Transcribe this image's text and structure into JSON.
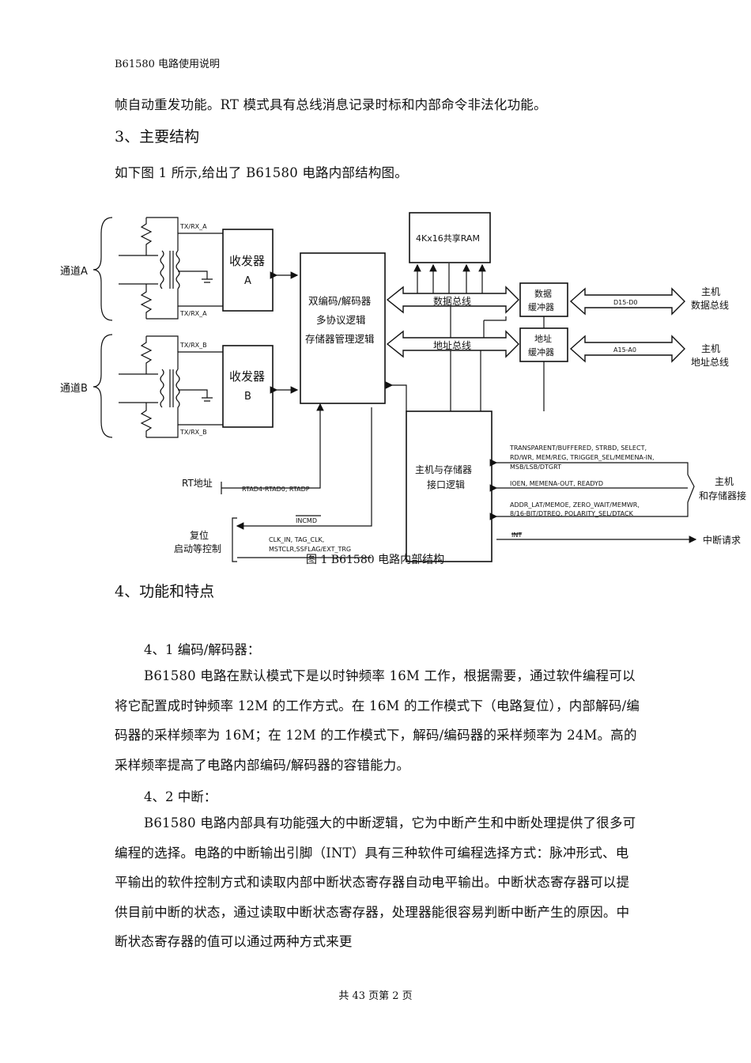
{
  "header": "B61580 电路使用说明",
  "intro_line": "帧自动重发功能。RT 模式具有总线消息记录时标和内部命令非法化功能。",
  "section3_title": "3、主要结构",
  "section3_text": "如下图 1 所示,给出了 B61580 电路内部结构图。",
  "figure": {
    "caption": "图 1 B61580 电路内部结构",
    "channel_a": "通道A",
    "channel_b": "通道B",
    "txrx_a_top": "TX/RX_A",
    "txrx_a_bot": "TX/RX_A",
    "txrx_b_top": "TX/RX_B",
    "txrx_b_bot": "TX/RX_B",
    "transceiver_a_1": "收发器",
    "transceiver_a_2": "A",
    "transceiver_b_1": "收发器",
    "transceiver_b_2": "B",
    "codec_1": "双编码/解码器",
    "codec_2": "多协议逻辑",
    "codec_3": "存储器管理逻辑",
    "ram": "4Kx16共享RAM",
    "data_bus": "数据总线",
    "addr_bus": "地址总线",
    "data_buf_1": "数据",
    "data_buf_2": "缓冲器",
    "addr_buf_1": "地址",
    "addr_buf_2": "缓冲器",
    "d_bus": "D15-D0",
    "a_bus": "A15-A0",
    "host_data_1": "主机",
    "host_data_2": "数据总线",
    "host_addr_1": "主机",
    "host_addr_2": "地址总线",
    "iface_1": "主机与存储器",
    "iface_2": "接口逻辑",
    "sig1": "TRANSPARENT/BUFFERED, STRBD, SELECT,",
    "sig2": "RD/WR, MEM/REG, TRIGGER_SEL/MEMENA-IN,",
    "sig3": "MSB/LSB/DTGRT",
    "sig4": "IOEN, MEMENA-OUT, READYD",
    "sig5": "ADDR_LAT/MEMOE, ZERO_WAIT/MEMWR,",
    "sig6": "8/16-BIT/DTREQ, POLARITY_SEL/DTACK",
    "sig7": "INT",
    "host_mem_1": "主机",
    "host_mem_2": "和存储器接",
    "irq": "中断请求",
    "rt_addr": "RT地址",
    "rt_sig": "RTAD4-RTAD0, RTADP",
    "incmd": "INCMD",
    "reset_1": "复位",
    "reset_2": "启动等控制",
    "clk_1": "CLK_IN, TAG_CLK,",
    "clk_2": "MSTCLR,SSFLAG/EXT_TRG"
  },
  "section4_title": "4、功能和特点",
  "s41_title": "4、1 编码/解码器：",
  "s41_text": "B61580 电路在默认模式下是以时钟频率 16M 工作，根据需要，通过软件编程可以将它配置成时钟频率 12M 的工作方式。在 16M 的工作模式下（电路复位），内部解码/编码器的采样频率为 16M；在 12M 的工作模式下，解码/编码器的采样频率为 24M。高的采样频率提高了电路内部编码/解码器的容错能力。",
  "s42_title": "4、2 中断：",
  "s42_text": "B61580 电路内部具有功能强大的中断逻辑，它为中断产生和中断处理提供了很多可编程的选择。电路的中断输出引脚（INT）具有三种软件可编程选择方式：脉冲形式、电平输出的软件控制方式和读取内部中断状态寄存器自动电平输出。中断状态寄存器可以提供目前中断的状态，通过读取中断状态寄存器，处理器能很容易判断中断产生的原因。中断状态寄存器的值可以通过两种方式来更",
  "footer": "共 43 页第 2 页"
}
